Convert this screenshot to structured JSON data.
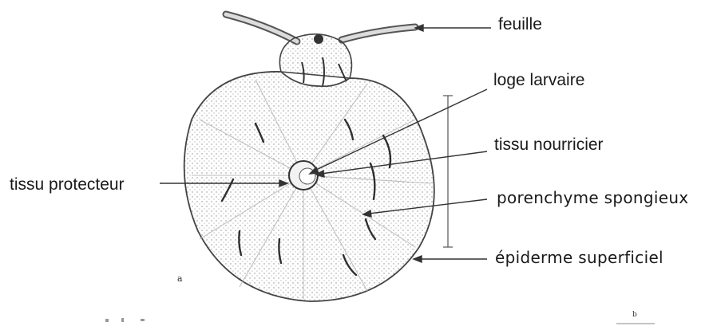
{
  "diagram": {
    "labels": {
      "feuille": "feuille",
      "loge_larvaire": "loge larvaire",
      "tissu_nourricier": "tissu nourricier",
      "tissu_protecteur": "tissu protecteur",
      "parenchyme": "porenchyme spongieux",
      "epiderme": "épiderme superficiel"
    },
    "figure_letter": "a",
    "scale_mark": "b"
  }
}
